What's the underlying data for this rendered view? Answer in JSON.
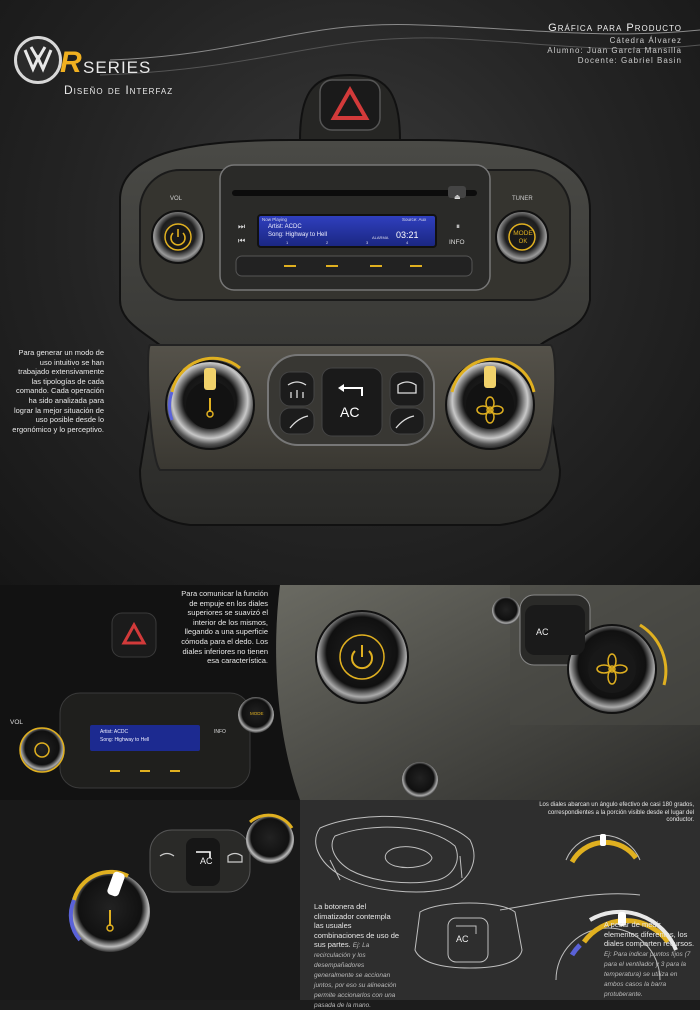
{
  "header": {
    "logo_alt": "VW",
    "series_letter": "R",
    "series_word": "SERIES",
    "subtitle": "Diseño de Interfaz",
    "course": "Gráfica para Producto",
    "chair": "Cátedra Álvarez",
    "student": "Alumno: Juan García Mansilla",
    "teacher": "Docente: Gabriel Basin"
  },
  "radio": {
    "vol_label": "VOL",
    "tuner_label": "TUNER",
    "mode_label": "MODE",
    "ok_label": "OK",
    "info_label": "INFO",
    "now_playing": "Now Playing",
    "source": "Source: Aux",
    "artist": "Artist: ACDC",
    "song": "Song: Highway to Hell",
    "alarm_label": "ALARMA",
    "time": "03:21",
    "presets": [
      "1",
      "2",
      "3",
      "4"
    ]
  },
  "climate": {
    "ac_label": "AC"
  },
  "notes": {
    "intro": "Para generar un modo de uso intuitivo se han trabajado extensivamente las tipologías de cada comando. Cada operación ha sido analizada para lograr la mejor situación de uso posible desde lo ergonómico y lo perceptivo.",
    "push": "Para comunicar la función de empuje en los diales superiores se suavizó el interior de los mismos, llegando a una superficie cómoda para el dedo. Los diales inferiores no tienen esa característica.",
    "angle": "Los diales abarcan un ángulo efectivo de casi 180 grados, correspondientes a la porción visible desde el lugar del conductor.",
    "buttons_main": "La botonera del climatizador contempla las usuales combinaciones de uso de sus partes.",
    "buttons_italic": "Ej: La recirculación y los desempañadores generalmente se accionan juntos, por eso su alineación permite accionarlos con una pasada de la mano.",
    "dials_main": "A pesar de medir elementos diferentes, los diales comparten recursos.",
    "dials_italic": "Ej: Para indicar puntos fijos (7 para el ventilador y 3 para la temperatura) se utiliza en ambos casos la barra protuberante."
  },
  "detail": {
    "vol_label": "VOL",
    "mode_label": "MODE",
    "info_label": "INFO",
    "artist": "Artist: ACDC",
    "song": "Song: Highway to Hell",
    "ac_label": "AC"
  },
  "colors": {
    "accent_yellow": "#e0b020",
    "hazard_red": "#d23a3a",
    "screen_blue": "#2a3ab0",
    "cold_blue": "#5a62d8"
  }
}
